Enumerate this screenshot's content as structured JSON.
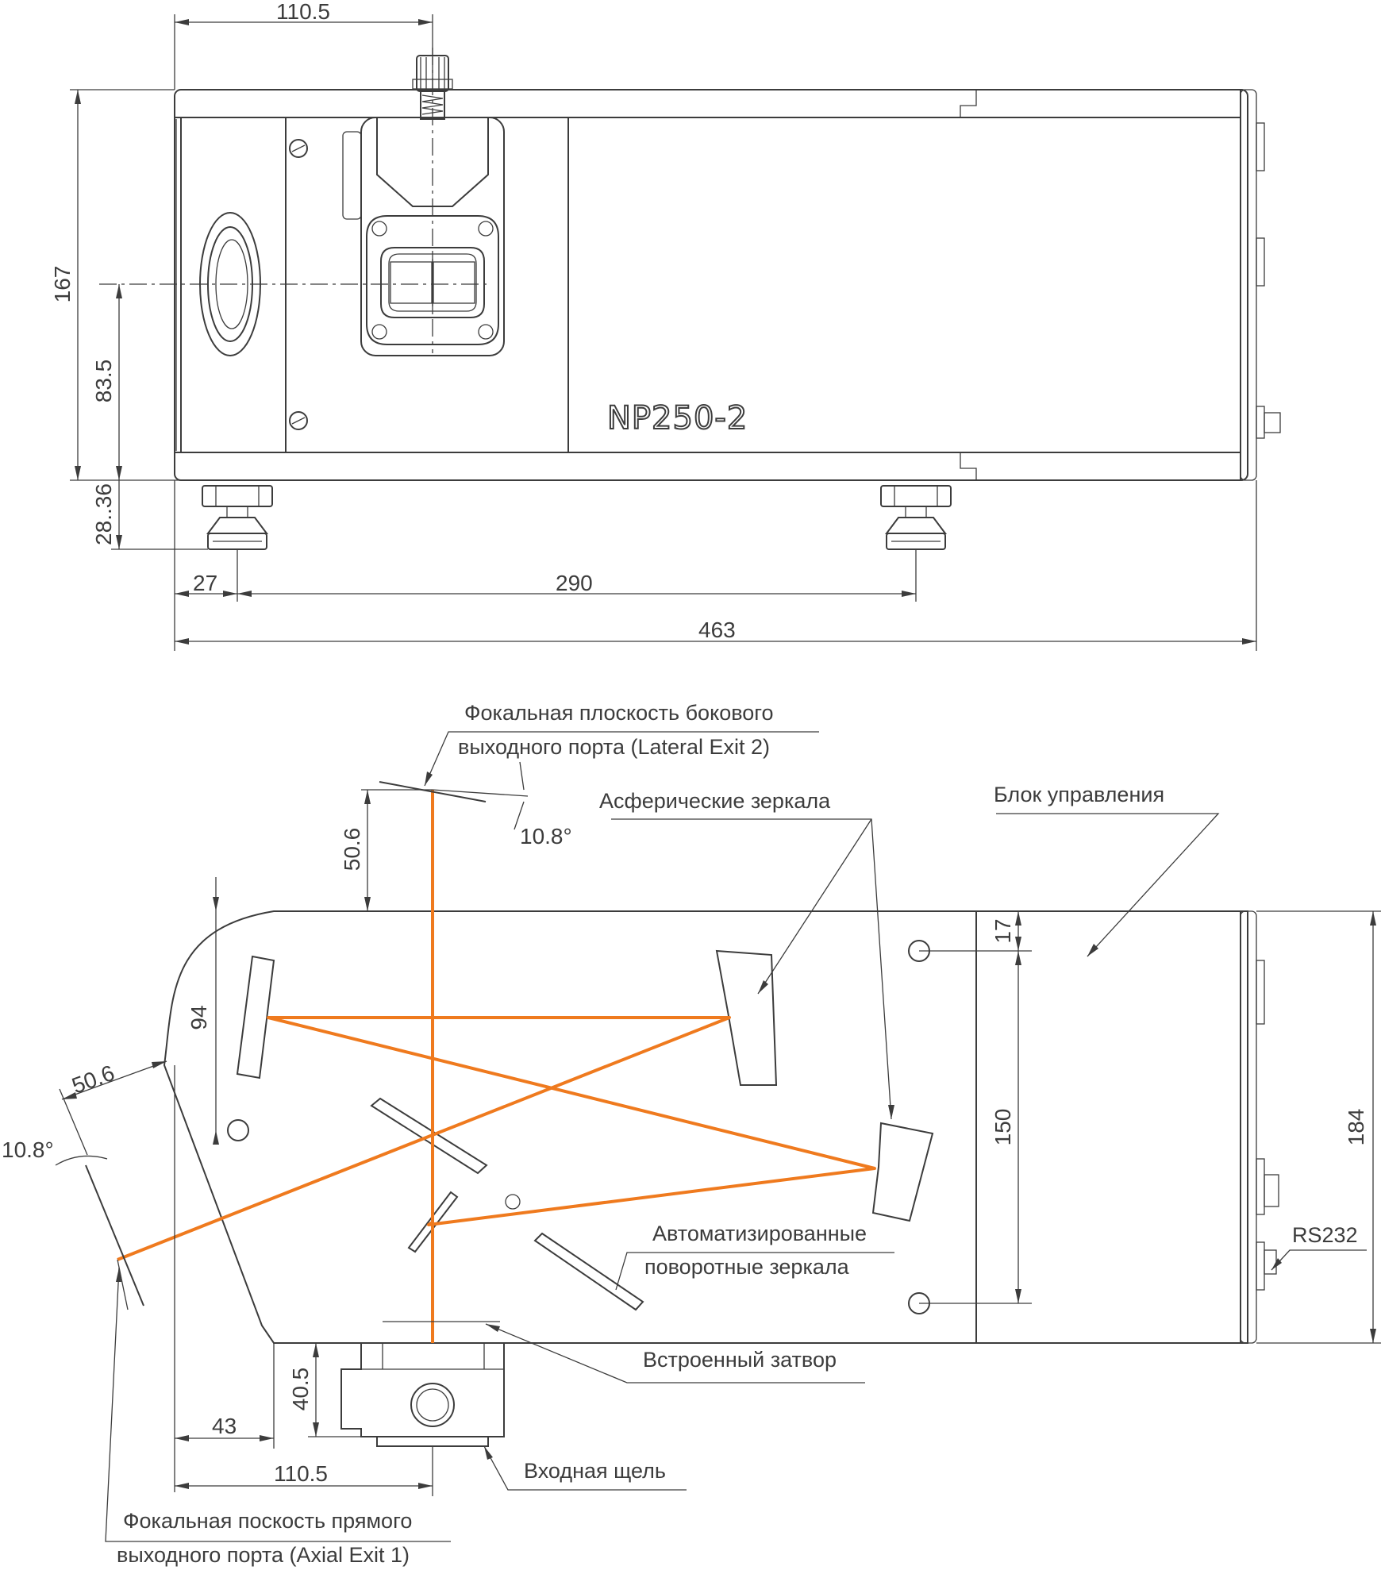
{
  "top_view": {
    "model_label": "NP250-2",
    "dimensions": {
      "top_offset": "110.5",
      "height": "167",
      "axis_height": "83.5",
      "foot_height": "28..36",
      "foot_offset": "27",
      "foot_spacing": "290",
      "total_length": "463"
    }
  },
  "bottom_view": {
    "labels": {
      "lateral_focal_line1": "Фокальная плоскость бокового",
      "lateral_focal_line2": "выходного порта (Lateral Exit 2)",
      "aspheric_mirrors": "Асферические зеркала",
      "control_unit": "Блок управления",
      "turning_mirrors_line1": "Автоматизированные",
      "turning_mirrors_line2": "поворотные зеркала",
      "rs232": "RS232",
      "shutter": "Встроенный затвор",
      "entrance_slit": "Входная щель",
      "axial_focal_line1": "Фокальная поскость прямого",
      "axial_focal_line2": "выходного порта (Axial Exit 1)"
    },
    "dimensions": {
      "lateral_distance": "50.6",
      "lateral_angle": "10.8°",
      "axial_distance": "50.6",
      "axial_angle": "10.8°",
      "left_height": "94",
      "mount_top": "17",
      "mount_spacing": "150",
      "total_height": "184",
      "slit_depth": "40.5",
      "slit_left": "43",
      "slit_offset": "110.5"
    }
  },
  "colors": {
    "outline": "#3c3c3c",
    "beam": "#ef7a1e"
  }
}
